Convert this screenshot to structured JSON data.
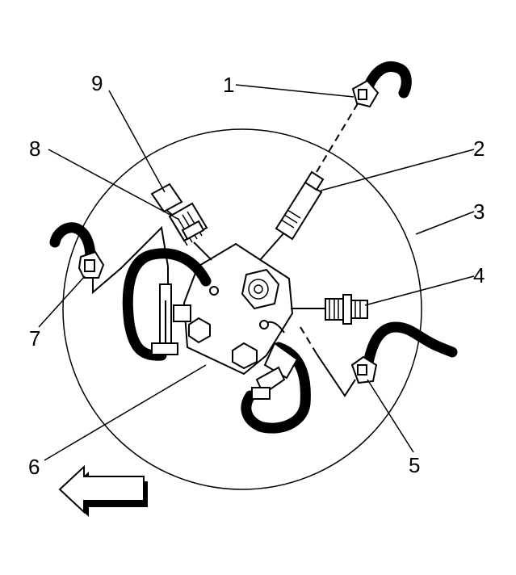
{
  "callouts": [
    {
      "id": "1",
      "label": "1"
    },
    {
      "id": "2",
      "label": "2"
    },
    {
      "id": "3",
      "label": "3"
    },
    {
      "id": "4",
      "label": "4"
    },
    {
      "id": "5",
      "label": "5"
    },
    {
      "id": "6",
      "label": "6"
    },
    {
      "id": "7",
      "label": "7"
    },
    {
      "id": "8",
      "label": "8"
    },
    {
      "id": "9",
      "label": "9"
    }
  ],
  "icons": {
    "arrow": "direction-arrow-icon",
    "nut": "hex-nut-icon",
    "hose": "harness-conduit-icon",
    "connector": "electrical-connector-icon"
  },
  "colors": {
    "line": "#000000",
    "background": "#ffffff"
  }
}
